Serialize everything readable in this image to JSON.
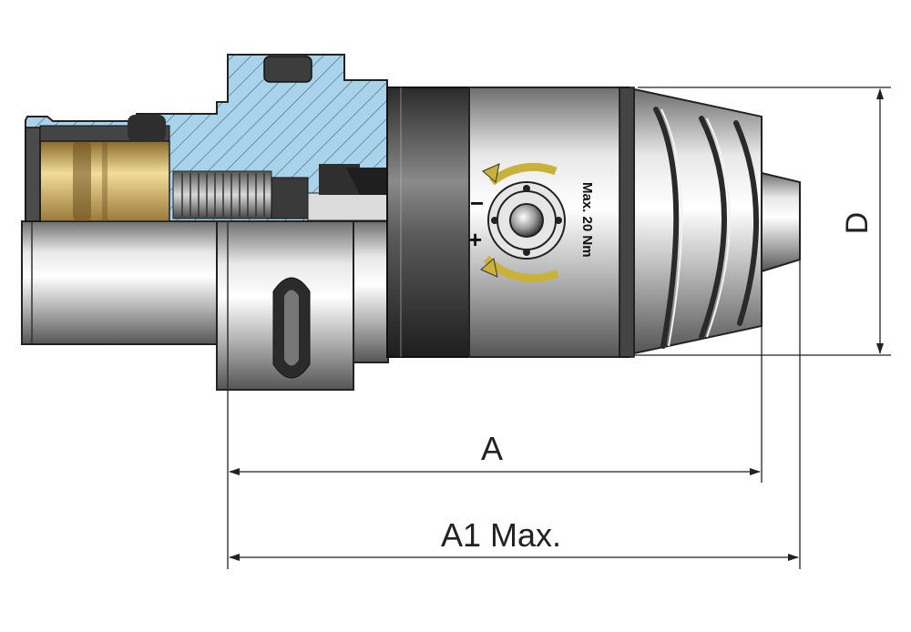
{
  "dimensions": {
    "diameter_label": "D",
    "length_label": "A",
    "max_length_label": "A1 Max."
  },
  "chuck_marking": {
    "torque_text": "Max. 20 Nm",
    "minus_symbol": "−",
    "plus_symbol": "+"
  },
  "colors": {
    "section_fill": "#a9d3ea",
    "brass": "#d4b266",
    "steel_dark": "#4a4a4a",
    "arrow_accent": "#c9b23a"
  }
}
